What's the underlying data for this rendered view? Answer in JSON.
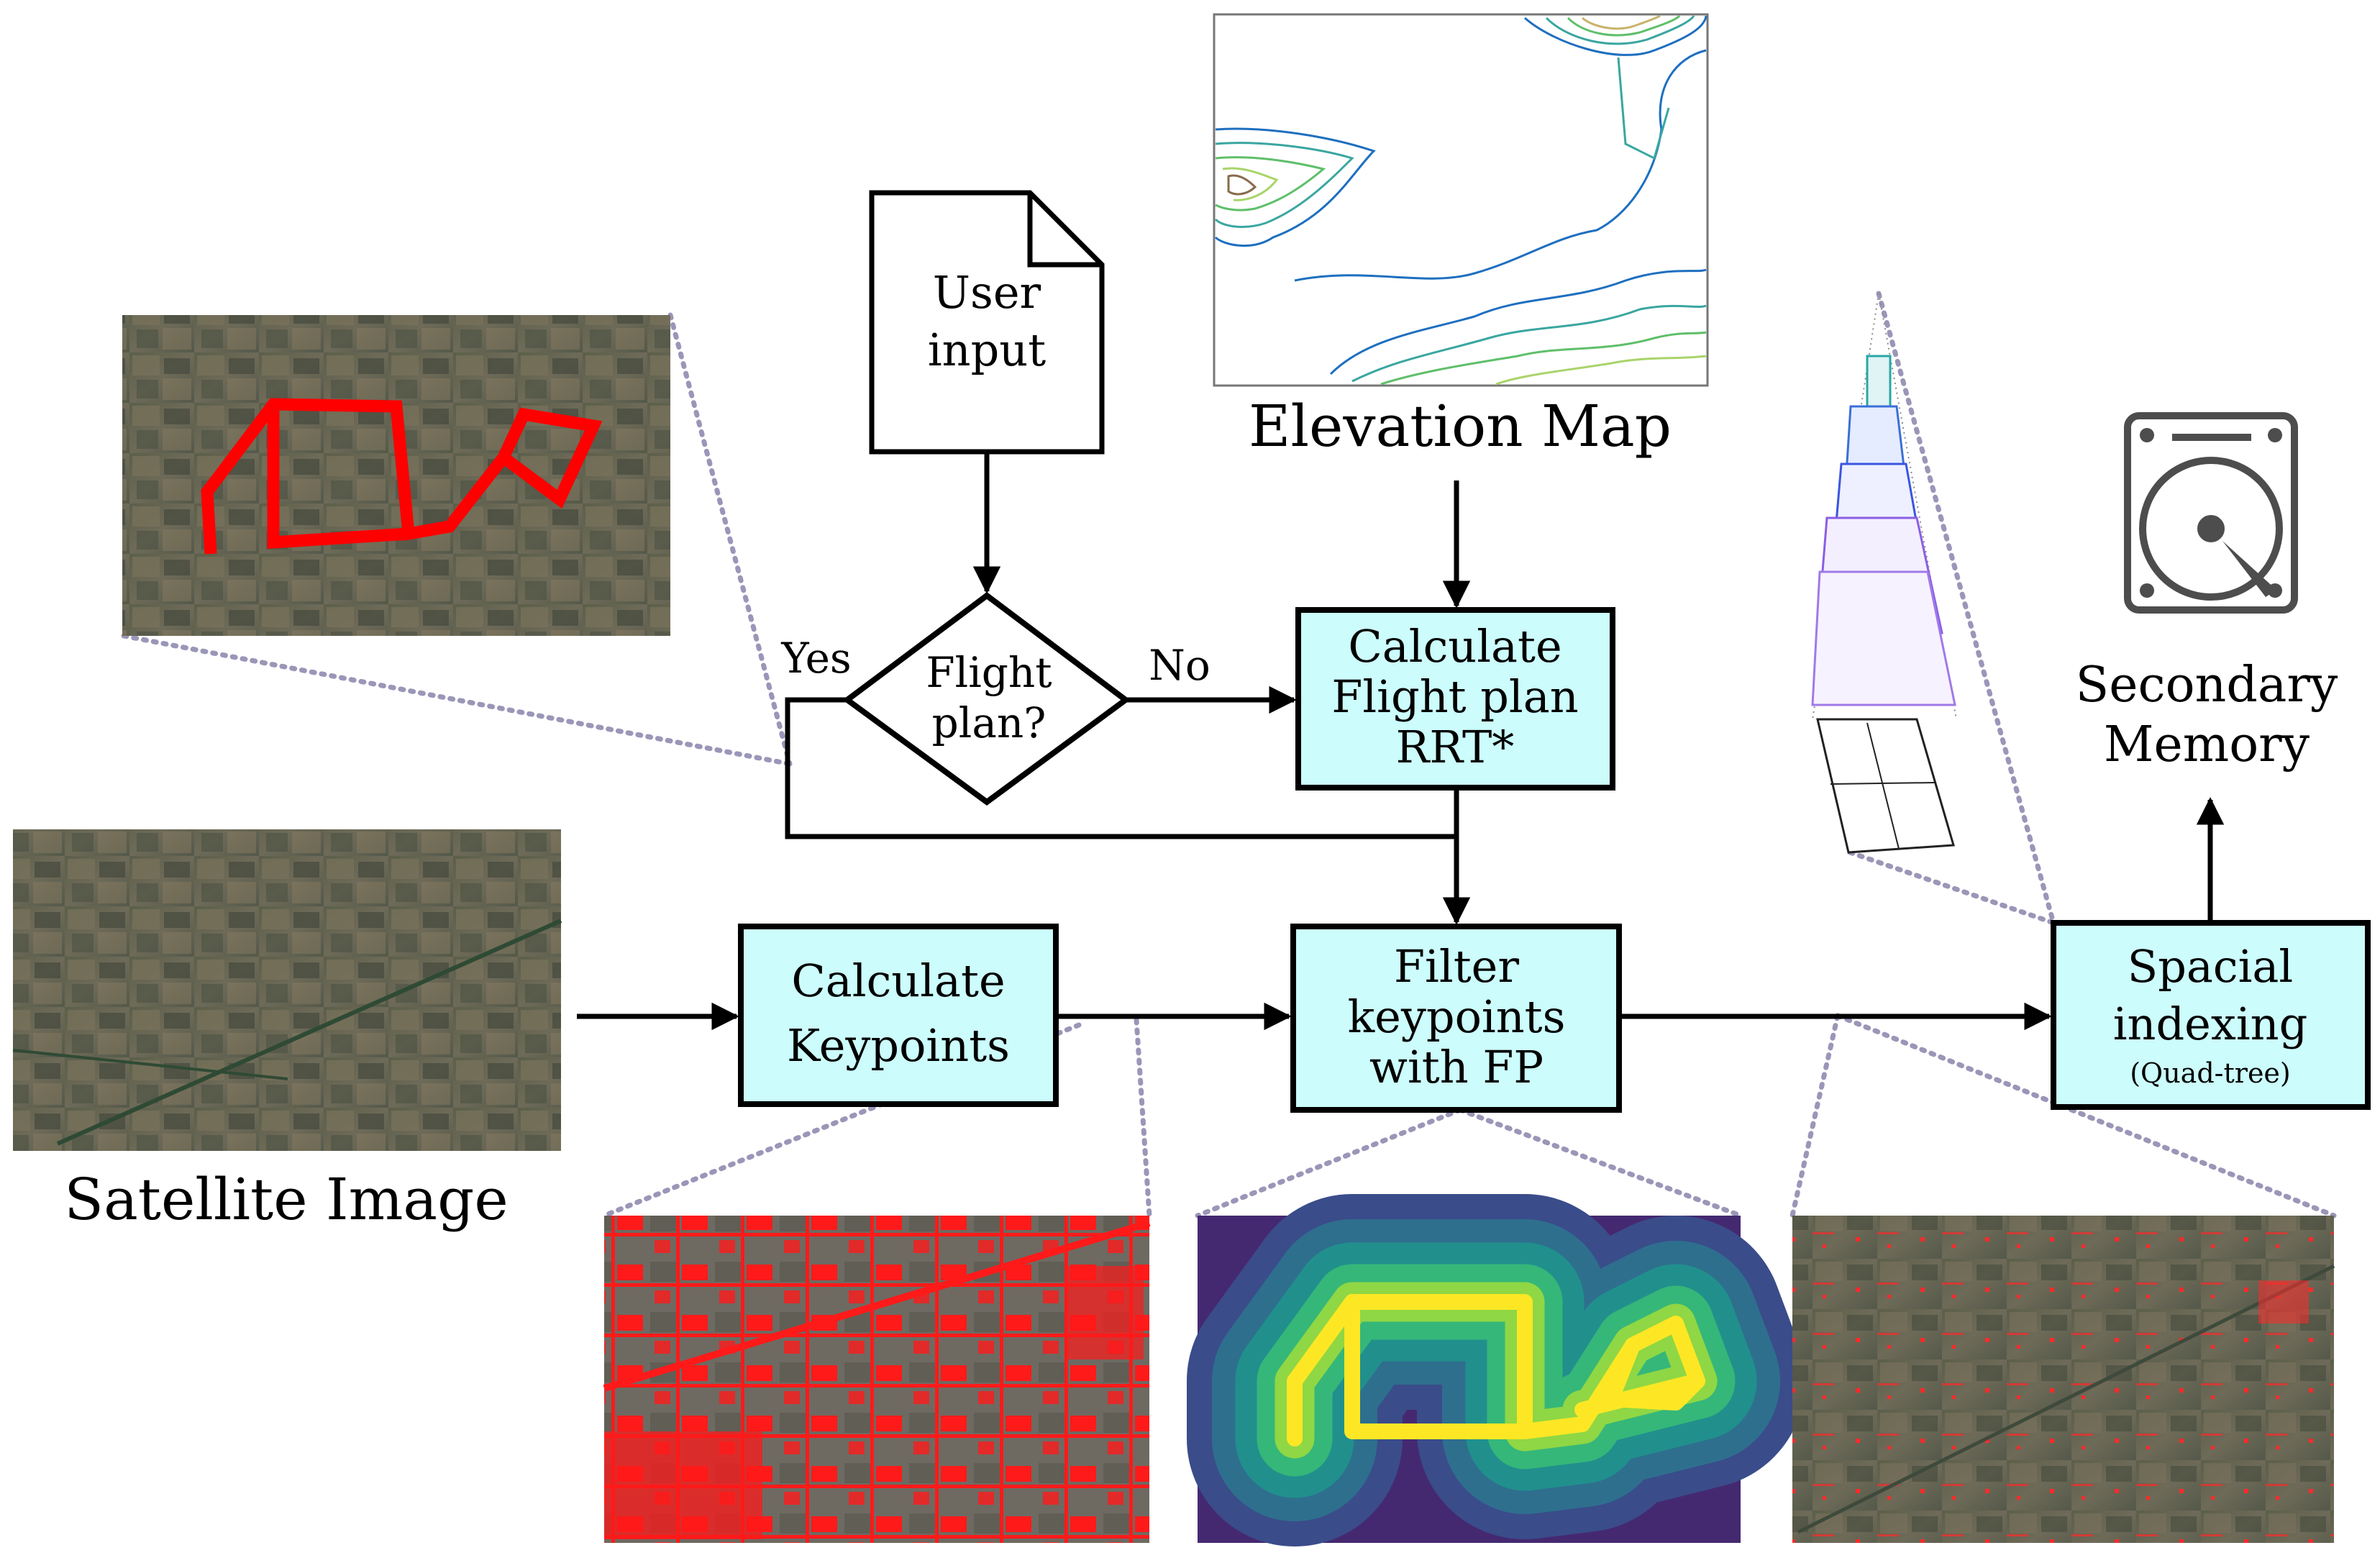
{
  "nodes": {
    "user_input": {
      "lines": [
        "User",
        "input"
      ]
    },
    "flight_plan_decision": {
      "lines": [
        "Flight",
        "plan?"
      ]
    },
    "calc_flight_plan": {
      "lines": [
        "Calculate",
        "Flight plan",
        "RRT*"
      ]
    },
    "calc_keypoints": {
      "lines": [
        "Calculate",
        "Keypoints"
      ]
    },
    "filter_keypoints": {
      "lines": [
        "Filter",
        "keypoints",
        "with FP"
      ]
    },
    "spacial_indexing": {
      "lines": [
        "Spacial",
        "indexing"
      ],
      "note": "(Quad-tree)"
    },
    "secondary_memory": {
      "lines": [
        "Secondary",
        "Memory"
      ]
    }
  },
  "edge_labels": {
    "yes": "Yes",
    "no": "No"
  },
  "captions": {
    "elevation_map": "Elevation Map",
    "satellite_image": "Satellite Image"
  },
  "icons": {
    "document": "document-icon",
    "hard_drive": "hard-drive-icon",
    "quadtree": "quadtree-pyramid-icon"
  },
  "colors": {
    "process_fill": "#ccfcfc",
    "stroke": "#000000",
    "flight_path": "#ff0000",
    "keypoints": "#ff2020",
    "dotted_link": "#9a96b8",
    "drive_icon": "#4d4d4d"
  }
}
